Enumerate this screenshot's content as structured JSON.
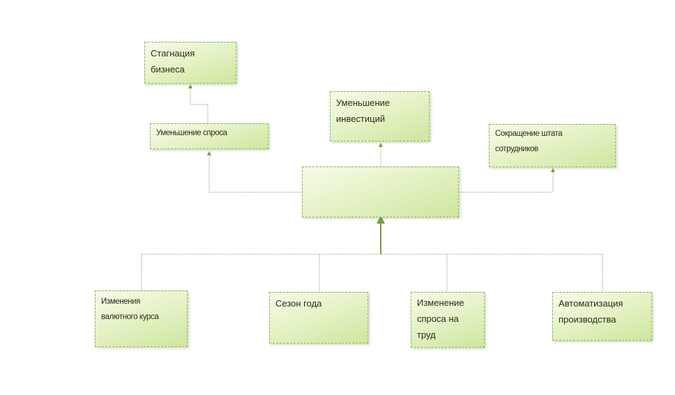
{
  "nodes": {
    "stagnation": "Стагнация\nбизнеса",
    "demand_decrease": "Уменьшение спроса",
    "investment_decrease": "Уменьшение\nинвестиций",
    "staff_reduction": "Сокращение штата\nсотрудников",
    "center": "",
    "currency_change": "Изменения\nвалютного курса",
    "season": "Сезон года",
    "labor_demand": "Изменение\nспроса на\nтруд",
    "automation": "Автоматизация\nпроизводства"
  },
  "colors": {
    "box_top": "#f6fbe8",
    "box_bottom": "#cfe69f",
    "border": "#8fb35a",
    "connector": "#a8b88a",
    "arrow": "#7a9a4a",
    "text": "#2a2a1a"
  }
}
